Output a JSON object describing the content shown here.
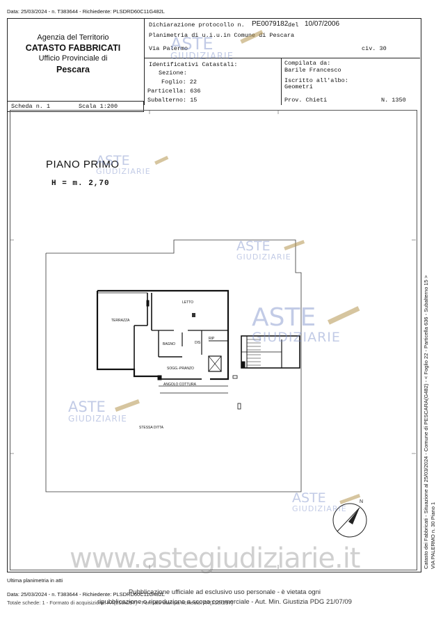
{
  "top_stamp": "Data: 25/03/2024 - n. T383644 - Richiedente: PLSDRD60C11G482L",
  "agency": {
    "line1": "Agenzia del Territorio",
    "line2": "CATASTO FABBRICATI",
    "line3": "Ufficio Provinciale di",
    "line4": "Pescara"
  },
  "header": {
    "dichiarazione": "Dichiarazione protocollo n.",
    "protocollo": "PE0079182",
    "del": "del",
    "date": "10/07/2006",
    "planimetria": "Planimetria di u.i.u.in Comune di Pescara",
    "via": "Via Palermo",
    "civ": "civ. 30"
  },
  "catastali": {
    "title": "Identificativi Catastali:",
    "sezione": "Sezione:",
    "foglio": "Foglio: 22",
    "particella": "Particella: 636",
    "subalterno": "Subalterno: 15"
  },
  "compilata": {
    "title": "Compilata da:",
    "name": "Barile Francesco",
    "iscritto": "Iscritto all'albo:",
    "albo": "Geometri",
    "prov": "Prov. Chieti",
    "n": "N.  1350"
  },
  "scheda": {
    "scheda": "Scheda n. 1",
    "scala": "Scala 1:200"
  },
  "plan": {
    "piano": "PIANO PRIMO",
    "altezza": "H = m. 2,70",
    "rooms": {
      "letto": "LETTO",
      "terrazza": "TERRAZZA",
      "bagno": "BAGNO",
      "dis": "DIS",
      "rip": "RIP",
      "soggiorno": "SOGG.-PRANZO",
      "cottura": "ANGOLO COTTURA",
      "stessa": "STESSA DITTA"
    }
  },
  "watermarks": {
    "aste": "ASTE",
    "giudiziarie": "GIUDIZIARIE",
    "url": "www.astegiudiziarie.it"
  },
  "side_text_1": "Catasto dei Fabbricati - Situazione al 25/03/2024 - Comune di PESCARA(G482) - < Foglio 22 - Particella 636 - Subalterno 15 >",
  "side_text_2": "VIA PALERMO n. 30 Piano 1",
  "footer": {
    "ultima": "Ultima planimetria in atti",
    "stamp1": "Data: 25/03/2024 - n. T383644 - Richiedente: PLSDRD60C11G482L",
    "stamp2": "Totale schede: 1 - Formato di acquisizione: A4(210x297) - Formato stampa richiesto: A4(210x297)",
    "notice1": "Pubblicazione ufficiale ad esclusivo uso personale - è vietata ogni",
    "notice2": "ripubblicazione o riproduzione a scopo commerciale - Aut. Min. Giustizia PDG 21/07/09"
  }
}
